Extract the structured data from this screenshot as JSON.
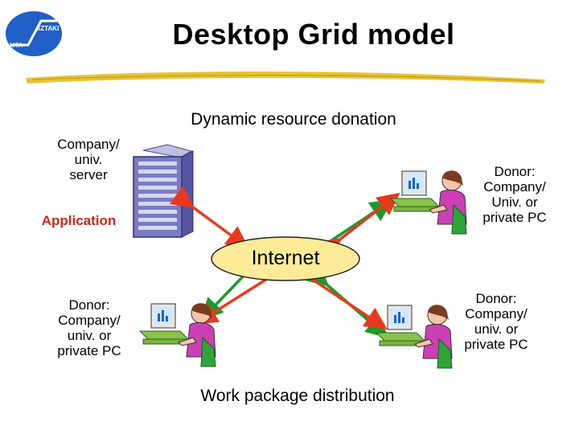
{
  "title": "Desktop Grid model",
  "logo": {
    "left_text": "MTA",
    "right_text": "SZTAKI"
  },
  "captions": {
    "top": "Dynamic resource donation",
    "bottom": "Work package distribution"
  },
  "server": {
    "label_lines": [
      "Company/",
      "univ.",
      "server"
    ],
    "app_label": "Application"
  },
  "internet": {
    "label": "Internet"
  },
  "donors": {
    "top_right": [
      "Donor:",
      "Company/",
      "Univ. or",
      "private PC"
    ],
    "bottom_left": [
      "Donor:",
      "Company/",
      "univ. or",
      "private PC"
    ],
    "bottom_right": [
      "Donor:",
      "Company/",
      "univ. or",
      "private PC"
    ]
  },
  "colors": {
    "title_underline": "#e7c334",
    "internet_fill": "#fdeb9a",
    "arrow_red": "#e8391f",
    "arrow_green": "#1a9a2a",
    "application_text": "#d1261c",
    "logo_blue": "#1f5fc7"
  }
}
